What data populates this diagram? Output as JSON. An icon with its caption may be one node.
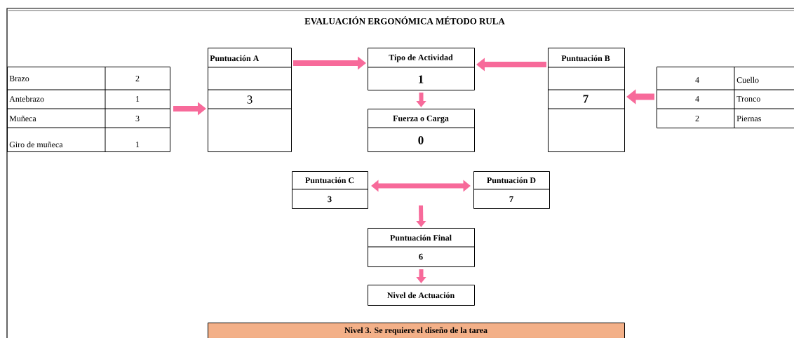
{
  "diagram": {
    "title": "EVALUACIÓN ERGONÓMICA MÉTODO RULA",
    "nodes": [
      {
        "text": [
          "Brazo",
          "2",
          "Antebrazo",
          "1",
          "Muñeca",
          "3",
          "Giro de muñeca",
          "1"
        ]
      },
      {
        "text": [
          "Puntuación A",
          "3"
        ]
      },
      {
        "text": [
          "Tipo de Actividad",
          "1"
        ]
      },
      {
        "text": [
          "Fuerza o Carga",
          "0"
        ]
      },
      {
        "text": [
          "Puntuación B",
          "7"
        ]
      },
      {
        "text": [
          "4",
          "Cuello",
          "4",
          "Tronco",
          "2",
          "Piernas"
        ]
      },
      {
        "text": [
          "Puntuación C",
          "3"
        ]
      },
      {
        "text": [
          "Puntuación D",
          "7"
        ]
      },
      {
        "text": [
          "Puntuación Final",
          "6"
        ]
      },
      {
        "text": [
          "Nivel de Actuación"
        ]
      },
      {
        "text": [
          "Nivel 3. Se requiere el diseño de la tarea"
        ]
      }
    ],
    "edges": [
      {
        "from": 0,
        "to": 1,
        "arrow": "to"
      },
      {
        "from": 1,
        "to": 2,
        "arrow": "to"
      },
      {
        "from": 4,
        "to": 2,
        "arrow": "to"
      },
      {
        "from": 5,
        "to": 4,
        "arrow": "to"
      },
      {
        "from": 2,
        "to": 3,
        "arrow": "to"
      },
      {
        "from": 6,
        "to": 7,
        "arrow": "both"
      },
      {
        "from": null,
        "to": 8,
        "arrow": "to"
      },
      {
        "from": 8,
        "to": 9,
        "arrow": "to"
      }
    ]
  }
}
